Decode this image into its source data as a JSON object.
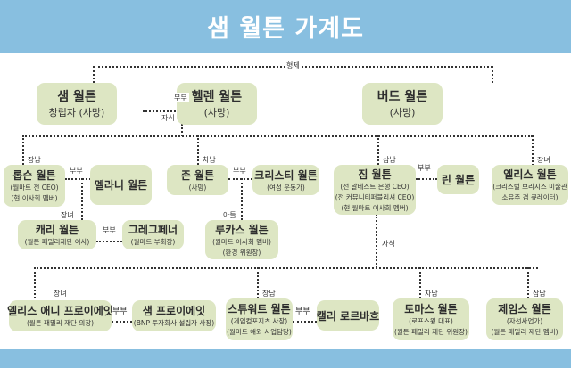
{
  "title": "샘 월튼 가계도",
  "relations": {
    "siblings": "형제",
    "spouse": "부부",
    "children": "자식",
    "first_son": "장남",
    "second_son": "차남",
    "third_son": "삼남",
    "first_daughter": "장녀",
    "son": "아들"
  },
  "people": {
    "sam": {
      "name": "샘 월튼",
      "desc": [
        "창립자 (사망)"
      ]
    },
    "helen": {
      "name": "헬렌 월튼",
      "desc": [
        "(사망)"
      ]
    },
    "bud": {
      "name": "버드 월튼",
      "desc": [
        "(사망)"
      ]
    },
    "robson": {
      "name": "롭슨 월튼",
      "desc": [
        "(월마트 전 CEO)",
        "(현 이사회 멤버)"
      ]
    },
    "melanie": {
      "name": "멜라니 월튼",
      "desc": []
    },
    "carrie": {
      "name": "캐리 월튼",
      "desc": [
        "(월튼 패밀리재단 이사)"
      ]
    },
    "greg": {
      "name": "그레그페너",
      "desc": [
        "(월마트 부회장)"
      ]
    },
    "john": {
      "name": "존 월튼",
      "desc": [
        "(사망)"
      ]
    },
    "christy": {
      "name": "크리스티 월튼",
      "desc": [
        "(여성 운동가)"
      ]
    },
    "lukas": {
      "name": "루카스 월튼",
      "desc": [
        "(월마트 이사회 멤버)",
        "(환경 위원장)"
      ]
    },
    "jim": {
      "name": "짐 월튼",
      "desc": [
        "(전 알베스트 은행 CEO)",
        "(전 커뮤니티퍼블리셔 CEO)",
        "(현 월마트 이사회 멤버)"
      ]
    },
    "lynn": {
      "name": "린 월튼",
      "desc": []
    },
    "alice": {
      "name": "엘리스 월튼",
      "desc": [
        "(크리스털 브리지스 미술관",
        "소유주 겸 큐레이터)"
      ]
    },
    "aliceann": {
      "name": "엘리스 애니 프로이에잇",
      "desc": [
        "(월튼 패밀리 재단 의장)"
      ]
    },
    "samp": {
      "name": "샘 프로이에잇",
      "desc": [
        "(BNP 투자회사 설립자 사장)"
      ]
    },
    "stewart": {
      "name": "스튜워트 월튼",
      "desc": [
        "(게임컴포지츠 사장)",
        "(월마트 해외 사업담당)"
      ]
    },
    "kelly": {
      "name": "캘리 로르바흐",
      "desc": []
    },
    "thomas": {
      "name": "토마스 월튼",
      "desc": [
        "(로프스윙 대표)",
        "(월튼 패밀리 재단 위원장)"
      ]
    },
    "james": {
      "name": "제임스 월튼",
      "desc": [
        "(자선사업가)",
        "(월튼 패밀리 재단 멤버)"
      ]
    }
  },
  "colors": {
    "header": "#88bfe0",
    "box": "#dde6c3"
  }
}
